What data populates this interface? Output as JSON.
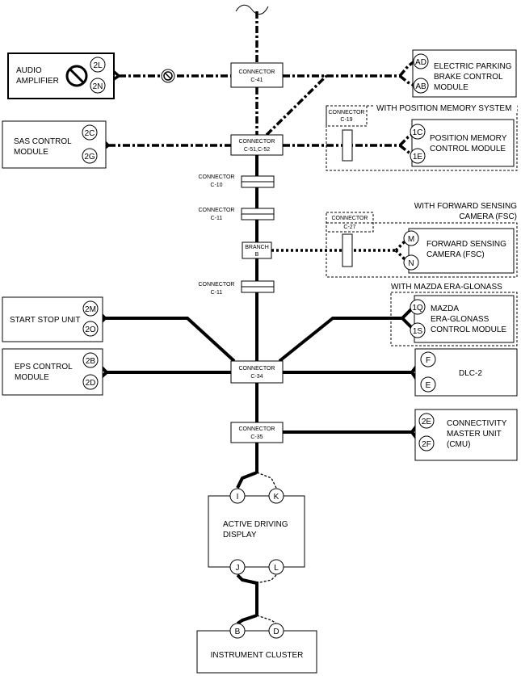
{
  "modules": {
    "audio_amplifier": [
      "AUDIO",
      "AMPLIFIER"
    ],
    "electric_parking_brake": [
      "ELECTRIC PARKING",
      "BRAKE CONTROL",
      "MODULE"
    ],
    "sas_control": [
      "SAS CONTROL",
      "MODULE"
    ],
    "position_memory": [
      "POSITION MEMORY",
      "CONTROL MODULE"
    ],
    "forward_sensing_camera": [
      "FORWARD SENSING",
      "CAMERA (FSC)"
    ],
    "start_stop_unit": [
      "START STOP UNIT"
    ],
    "era_glonass": [
      "MAZDA",
      "ERA-GLONASS",
      "CONTROL MODULE"
    ],
    "eps_control": [
      "EPS CONTROL",
      "MODULE"
    ],
    "dlc2": [
      "DLC-2"
    ],
    "cmu": [
      "CONNECTIVITY",
      "MASTER UNIT",
      "(CMU)"
    ],
    "active_driving_display": [
      "ACTIVE DRIVING",
      "DISPLAY"
    ],
    "instrument_cluster": [
      "INSTRUMENT CLUSTER"
    ]
  },
  "options": {
    "position_memory_system": "WITH POSITION MEMORY SYSTEM",
    "fsc": [
      "WITH FORWARD SENSING",
      "CAMERA (FSC)"
    ],
    "era_glonass": "WITH MAZDA ERA-GLONASS"
  },
  "connectors": {
    "c41": [
      "CONNECTOR",
      "C-41"
    ],
    "c51_52": [
      "CONNECTOR",
      "C-51,C-52"
    ],
    "c10": [
      "CONNECTOR",
      "C-10"
    ],
    "c11_upper": [
      "CONNECTOR",
      "C-11"
    ],
    "branch_b": [
      "BRANCH",
      "B"
    ],
    "c11_lower": [
      "CONNECTOR",
      "C-11"
    ],
    "c34": [
      "CONNECTOR",
      "C-34"
    ],
    "c35": [
      "CONNECTOR",
      "C-35"
    ],
    "c19": [
      "CONNECTOR",
      "C-19"
    ],
    "c27": [
      "CONNECTOR",
      "C-27"
    ]
  },
  "pins": {
    "audio": [
      "2L",
      "2N"
    ],
    "epb": [
      "AD",
      "AB"
    ],
    "sas": [
      "2C",
      "2G"
    ],
    "position_memory": [
      "1C",
      "1E"
    ],
    "fsc": [
      "M",
      "N"
    ],
    "start_stop": [
      "2M",
      "2O"
    ],
    "era_glonass": [
      "1Q",
      "1S"
    ],
    "eps": [
      "2B",
      "2D"
    ],
    "dlc2": [
      "F",
      "E"
    ],
    "cmu": [
      "2E",
      "2F"
    ],
    "add_top": [
      "I",
      "K"
    ],
    "add_bottom": [
      "J",
      "L"
    ],
    "instrument_cluster": [
      "B",
      "D"
    ]
  },
  "colors": {
    "line": "#000000",
    "background": "#ffffff"
  },
  "icons": [
    "no-entry-icon"
  ]
}
